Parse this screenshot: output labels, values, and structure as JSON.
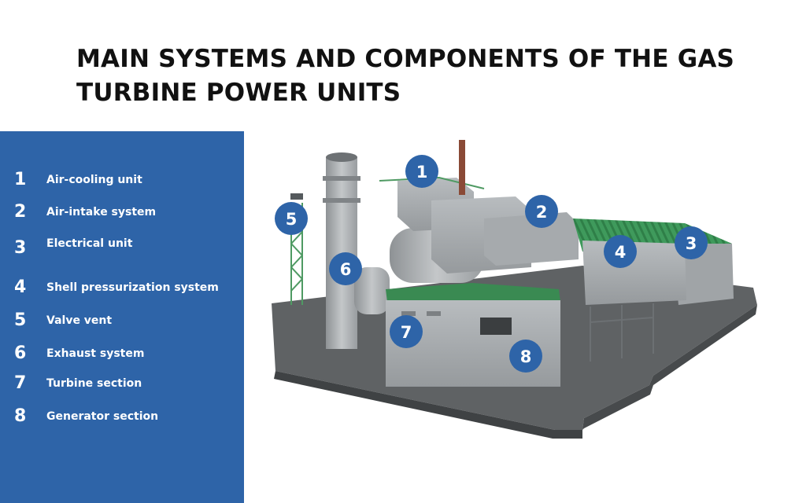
{
  "title": "MAIN SYSTEMS AND COMPONENTS OF THE GAS TURBINE POWER UNITS",
  "legend": [
    {
      "number": "1",
      "label": "Air-cooling unit"
    },
    {
      "number": "2",
      "label": "Air-intake system"
    },
    {
      "number": "3",
      "label": "Electrical unit"
    },
    {
      "number": "4",
      "label": "Shell pressurization system"
    },
    {
      "number": "5",
      "label": "Valve vent"
    },
    {
      "number": "6",
      "label": "Exhaust system"
    },
    {
      "number": "7",
      "label": "Turbine section"
    },
    {
      "number": "8",
      "label": "Generator section"
    }
  ],
  "markers": [
    "1",
    "2",
    "3",
    "4",
    "5",
    "6",
    "7",
    "8"
  ],
  "colors": {
    "panel": "#2e64a8",
    "marker": "#2e64a8",
    "roof_green": "#3f9a5c",
    "equipment_gray": "#a9adb0",
    "platform": "#5f6264"
  }
}
